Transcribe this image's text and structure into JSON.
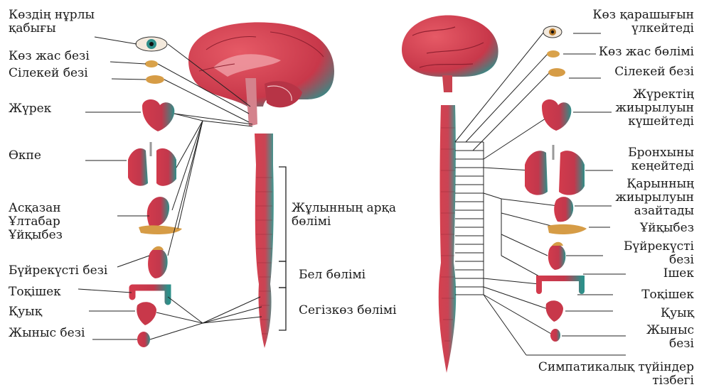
{
  "colors": {
    "organ_red": "#c8384a",
    "organ_teal": "#2f8f8a",
    "line": "#222222",
    "text": "#1a1a1a"
  },
  "left_panel": {
    "labels": [
      "Көздің нұрлы\nқабығы",
      "Көз жас безі",
      "Сілекей безі",
      "Жүрек",
      "Өкпе",
      "Асқазан\nҰлтабар\nҰйқыбез",
      "Бүйрекүсті безі",
      "Тоқішек",
      "Қуық",
      "Жыныс безі"
    ]
  },
  "spine_labels": [
    "Жұлынның арқа\nбөлімі",
    "Бел бөлімі",
    "Сегізкөз бөлімі"
  ],
  "right_panel": {
    "labels": [
      "Көз қарашығын\nүлкейтеді",
      "Көз жас бөлімі",
      "Сілекей безі",
      "Жүректің\nжиырылуын\nкүшейтеді",
      "Бронхыны\nкеңейтеді",
      "Қарынның\nжиырылуын\nазайтады",
      "Ұйқыбез",
      "Бүйрекүсті\nбезі",
      "Ішек",
      "Тоқішек",
      "Қуық",
      "Жыныс\nбезі",
      "Симпатикалық түйіндер\nтізбегі"
    ]
  },
  "icons": [
    "brain-icon",
    "spinal-cord-icon",
    "eye-icon",
    "gland-icon",
    "heart-icon",
    "lungs-icon",
    "stomach-icon",
    "kidney-icon",
    "intestine-icon",
    "bladder-icon",
    "gonad-icon"
  ]
}
